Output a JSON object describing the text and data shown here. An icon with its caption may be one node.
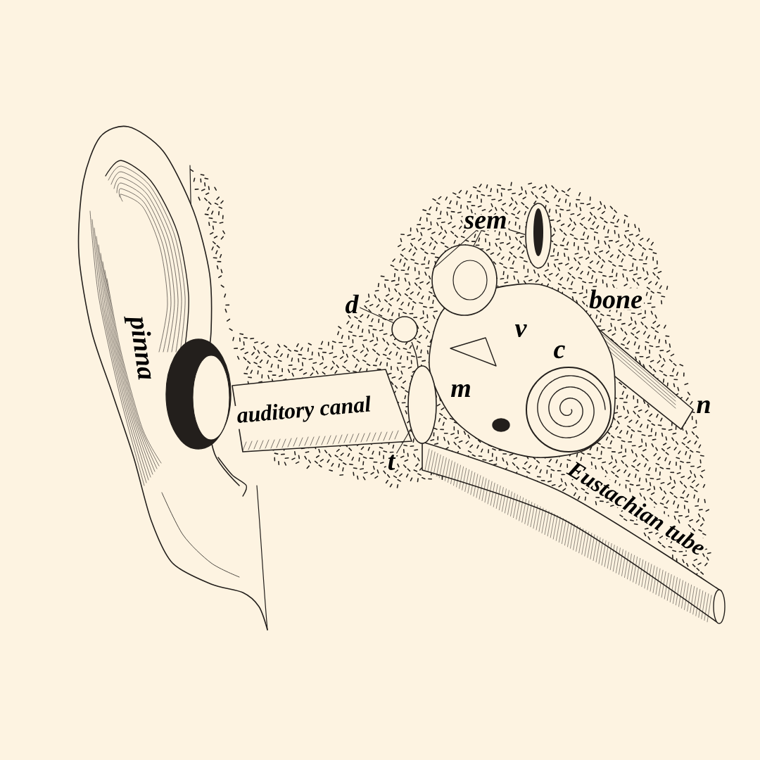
{
  "diagram": {
    "nodes": [
      {
        "text": [
          "d"
        ]
      },
      {
        "text": [
          "sem"
        ]
      },
      {
        "text": [
          "t"
        ]
      },
      {
        "text": [],
        "shape": "circle"
      },
      {
        "text": [],
        "shape": "ellipse"
      },
      {
        "text": [],
        "shape": "ellipse"
      },
      {
        "text": [],
        "shape": "ellipse"
      }
    ],
    "edges": [
      {
        "from": 0,
        "to": 3,
        "arrow": "none"
      },
      {
        "from": 1,
        "to": 4,
        "arrow": "none"
      },
      {
        "from": 1,
        "to": 4,
        "arrow": "none"
      },
      {
        "from": 1,
        "to": 5,
        "arrow": "none"
      },
      {
        "from": 2,
        "to": 6,
        "arrow": "none"
      }
    ],
    "labels": [
      "pinna",
      "bone",
      "v",
      "c",
      "auditory canal",
      "m",
      "n",
      "Eustachian tube"
    ]
  }
}
